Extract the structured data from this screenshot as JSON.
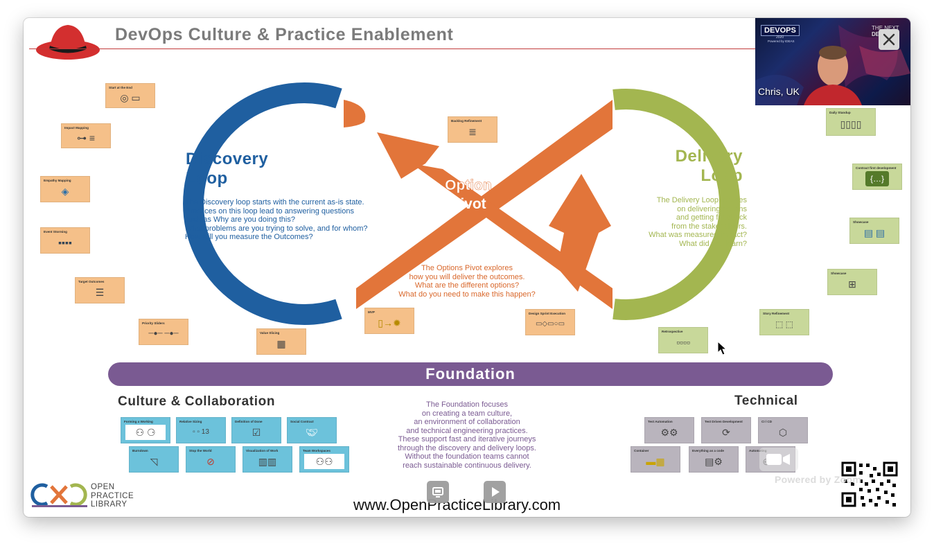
{
  "slide": {
    "title": "DevOps Culture & Practice Enablement",
    "discovery": {
      "heading_line1": "Discovery",
      "heading_line2": "Loop",
      "desc": [
        "The Discovery loop starts with the current as-is state.",
        "Practices on this loop lead to answering questions",
        "such as Why are you doing this?",
        "What problems are you trying to solve, and for whom?",
        "How will you measure the Outcomes?"
      ]
    },
    "pivot": {
      "heading_line1": "Option",
      "heading_line2": "Pivot",
      "desc": [
        "The Options Pivot explores",
        "how you will deliver the outcomes.",
        "What are the different options?",
        "What do you need to make this happen?"
      ]
    },
    "delivery": {
      "heading_line1": "Delivery",
      "heading_line2": "Loop",
      "desc": [
        "The Delivery Loop focuses",
        "on delivering options",
        "and getting feedback",
        "from the stakeholders.",
        "What was measured impact?",
        "What did you learn?"
      ]
    },
    "foundation": {
      "bar_label": "Foundation",
      "culture_heading": "Culture & Collaboration",
      "technical_heading": "Technical",
      "desc": [
        "The Foundation focuses",
        "on creating a team culture,",
        "an environment of collaboration",
        "and technical engineering practices.",
        "These support fast and iterative journeys",
        "through the discovery and delivery loops.",
        "Without the foundation teams cannot",
        "reach sustainable continuous delivery."
      ]
    },
    "practice_cards": {
      "discovery": [
        {
          "title": "Start at the End",
          "icon": "target-icon"
        },
        {
          "title": "Impact Mapping",
          "icon": "map-icon"
        },
        {
          "title": "Empathy Mapping",
          "icon": "face-icon"
        },
        {
          "title": "Event Storming",
          "icon": "sticky-notes-icon"
        },
        {
          "title": "Target Outcomes",
          "icon": "list-icon"
        },
        {
          "title": "Priority Sliders",
          "icon": "sliders-icon"
        },
        {
          "title": "Value Slicing",
          "icon": "grid-icon"
        }
      ],
      "pivot": [
        {
          "title": "Backlog Refinement",
          "icon": "backlog-icon"
        },
        {
          "title": "MVP",
          "icon": "lightbulb-icon"
        },
        {
          "title": "Design Sprint Execution",
          "icon": "sprint-icon"
        }
      ],
      "delivery": [
        {
          "title": "Daily Standup",
          "icon": "people-icon"
        },
        {
          "title": "Contract first development",
          "icon": "braces-icon"
        },
        {
          "title": "Showcase",
          "icon": "showcase-icon"
        },
        {
          "title": "Showcase",
          "icon": "chart-icon"
        },
        {
          "title": "Story Refinement",
          "icon": "cards-icon"
        },
        {
          "title": "Retrospective",
          "icon": "retro-icon"
        }
      ],
      "culture": [
        {
          "title": "Forming a Working",
          "icon": "team-icon"
        },
        {
          "title": "Relative Sizing",
          "icon": "sizing-icon"
        },
        {
          "title": "Definition of Done",
          "icon": "checklist-icon"
        },
        {
          "title": "Social Contract",
          "icon": "handshake-icon"
        },
        {
          "title": "Burndown",
          "icon": "burndown-icon"
        },
        {
          "title": "Stop the World",
          "icon": "stop-icon"
        },
        {
          "title": "Visualization of Work",
          "icon": "kanban-icon"
        },
        {
          "title": "Team Workspaces",
          "icon": "workspace-icon"
        }
      ],
      "technical": [
        {
          "title": "Test Automation",
          "icon": "gears-icon"
        },
        {
          "title": "Test Driven Development",
          "icon": "cycle-icon"
        },
        {
          "title": "CI / CD",
          "icon": "pipeline-icon"
        },
        {
          "title": "Container",
          "icon": "container-icon"
        },
        {
          "title": "Everything as a code",
          "icon": "code-doc-icon"
        },
        {
          "title": "Automating",
          "icon": "automation-icon"
        }
      ]
    },
    "logo_text": [
      "OPEN",
      "PRACTICE",
      "LIBRARY"
    ],
    "url": "www.OpenPracticeLibrary.com"
  },
  "video": {
    "participant": "Chris, UK",
    "event_badge": "DEVOPS",
    "event_year": "2020",
    "event_sub": "Powered by IDEAS",
    "corner_line1": "THE NEXT",
    "corner_line2": "DECADE"
  },
  "overlay": {
    "powered_by": "Powered by Zoom"
  },
  "colors": {
    "discovery_blue": "#1f5fa0",
    "pivot_orange": "#e2753a",
    "delivery_green": "#a3b650",
    "foundation_purple": "#7a5a92",
    "redhat_red": "#d32f2f"
  }
}
